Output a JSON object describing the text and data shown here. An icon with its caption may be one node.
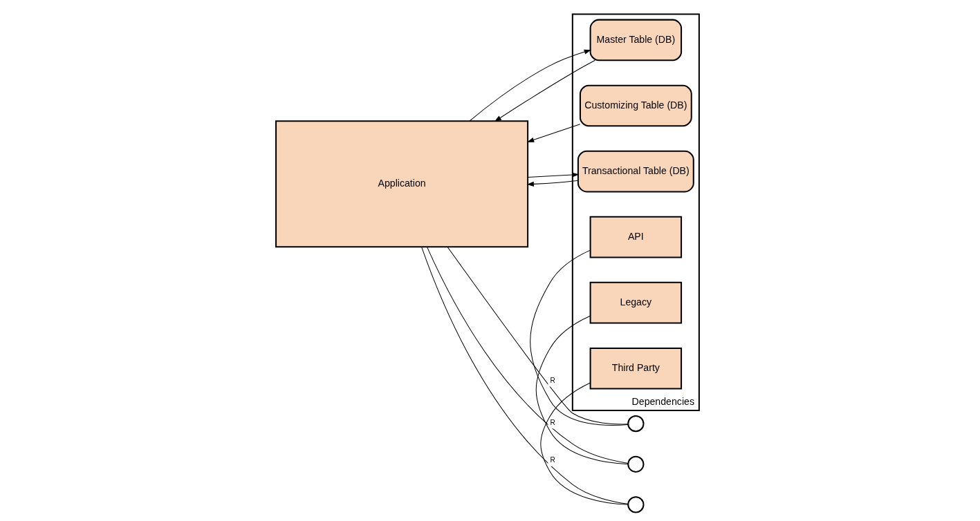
{
  "diagram": {
    "nodes": [
      {
        "text": [
          "Application"
        ]
      },
      {
        "text": [
          "Dependencies"
        ]
      },
      {
        "text": [
          "API"
        ],
        "in": 1
      },
      {
        "text": [
          "Legacy"
        ],
        "in": 1
      },
      {
        "text": [
          "Third Party"
        ],
        "in": 1
      },
      {
        "text": [
          "Customizing Table (DB)"
        ],
        "in": 1
      },
      {
        "text": [
          "Master Table (DB)"
        ],
        "in": 1
      },
      {
        "text": [
          "Transactional Table (DB)"
        ],
        "in": 1
      },
      {
        "text": [],
        "shape": "circle"
      },
      {
        "text": [],
        "shape": "circle"
      },
      {
        "text": [],
        "shape": "circle"
      }
    ],
    "edges": [
      {
        "from": 0,
        "to": 8,
        "arrow": "none",
        "label": "R"
      },
      {
        "from": 8,
        "to": 2,
        "arrow": "none"
      },
      {
        "from": 0,
        "to": 9,
        "arrow": "none",
        "label": "R"
      },
      {
        "from": 9,
        "to": 3,
        "arrow": "none"
      },
      {
        "from": 0,
        "to": 10,
        "arrow": "none",
        "label": "R"
      },
      {
        "from": 10,
        "to": 4,
        "arrow": "none"
      },
      {
        "from": 5,
        "to": 0,
        "arrow": "to"
      },
      {
        "from": 6,
        "to": 0,
        "arrow": "to"
      },
      {
        "from": 0,
        "to": 6,
        "arrow": "to"
      },
      {
        "from": 7,
        "to": 0,
        "arrow": "to"
      },
      {
        "from": 0,
        "to": 7,
        "arrow": "to"
      }
    ]
  }
}
